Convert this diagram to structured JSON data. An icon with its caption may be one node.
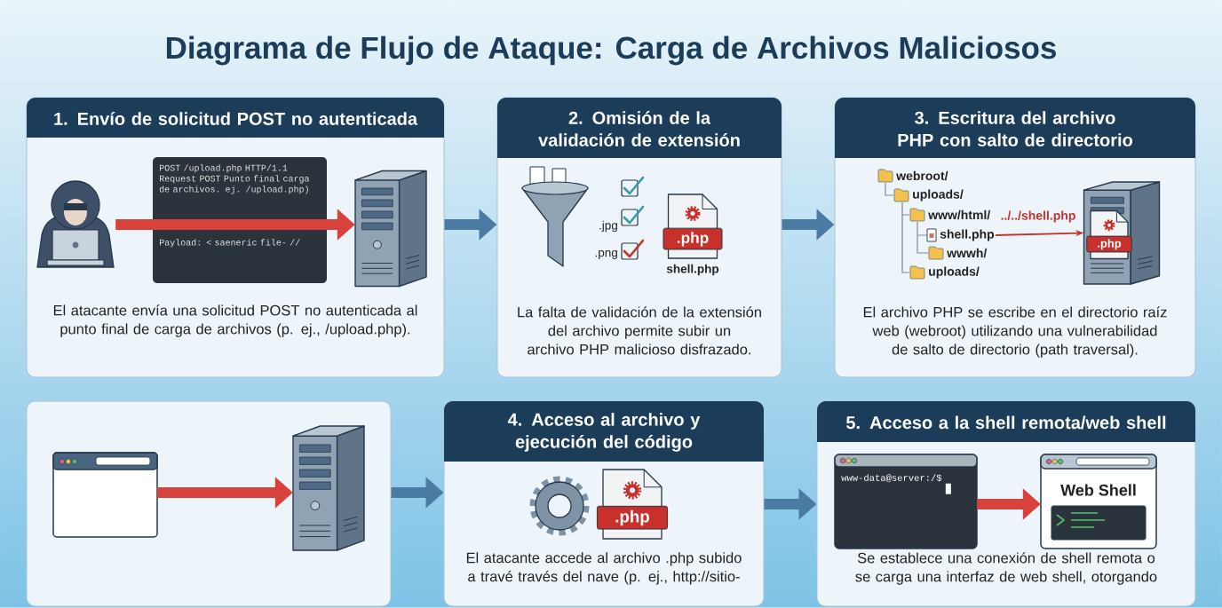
{
  "diagram": {
    "title": "Diagrama de Flujo de Ataque: Carga de Archivos Maliciosos",
    "nodes": [
      {
        "text": [
          "1. Envío de solicitud POST no autenticada",
          "El atacante envía una solicitud POST no autenticada al punto final de carga de archivos (p. ej., /upload.php)."
        ]
      },
      {
        "text": [
          "2. Omisión de la validación de extensión",
          "La falta de validación de la extensión del archivo permite subir un archivo PHP malicioso disfrazado."
        ]
      },
      {
        "text": [
          "3. Escritura del archivo PHP con salto de directorio",
          "El archivo PHP se escribe en el directorio raíz web (webroot) utilizando una vulnerabilidad de salto de directorio (path traversal)."
        ]
      },
      {
        "text": [],
        "shape": "box"
      },
      {
        "text": [
          "4. Acceso al archivo y ejecución del código",
          "El atacante accede al archivo .php subido a travé través del nave (p. ej., http://sitio-"
        ]
      },
      {
        "text": [
          "5. Acceso a la shell remota/web shell",
          "Se establece una conexión de shell remota o se carga una interfaz de web shell, otorgando"
        ]
      },
      {
        "text": [],
        "shape": "person",
        "in": 0
      },
      {
        "text": [],
        "shape": "picture",
        "in": 0
      },
      {
        "text": [
          ".php"
        ],
        "beside": [
          "shell.php"
        ],
        "in": 1
      },
      {
        "text": [
          "shell.php"
        ],
        "in": 2
      },
      {
        "text": [
          ".php"
        ],
        "in": 2
      },
      {
        "text": [],
        "shape": "picture",
        "in": 3
      },
      {
        "text": [],
        "shape": "picture",
        "in": 3
      },
      {
        "text": [
          ".php"
        ],
        "in": 4
      },
      {
        "text": [
          "www-data@server:/$"
        ],
        "in": 5
      },
      {
        "text": [
          "Web Shell"
        ],
        "in": 5
      }
    ],
    "edges": [
      {
        "from": 0,
        "to": 1,
        "arrow": "to",
        "color": "#4a7ca3"
      },
      {
        "from": 1,
        "to": 2,
        "arrow": "to",
        "color": "#4a7ca3"
      },
      {
        "from": 3,
        "to": 4,
        "arrow": "to",
        "color": "#4a7ca3"
      },
      {
        "from": 4,
        "to": 5,
        "arrow": "to",
        "color": "#4a7ca3"
      },
      {
        "from": 6,
        "to": 7,
        "arrow": "to",
        "color": "#d9413c"
      },
      {
        "from": 9,
        "to": 10,
        "arrow": "to",
        "label": "../../shell.php",
        "color": "#c0332e"
      },
      {
        "from": 11,
        "to": 12,
        "arrow": "to",
        "color": "#d9413c"
      },
      {
        "from": 14,
        "to": 15,
        "arrow": "to",
        "color": "#d9413c"
      }
    ],
    "labels": [
      "POST /upload.php HTTP/1.1 Request POST Punto final carga de archivos. ej. /upload.php)",
      "Payload: < saeneric file- //",
      ".jpg",
      ".png",
      "webroot/",
      "uploads/",
      "www/html/",
      "wwwh/",
      "uploads/"
    ]
  }
}
